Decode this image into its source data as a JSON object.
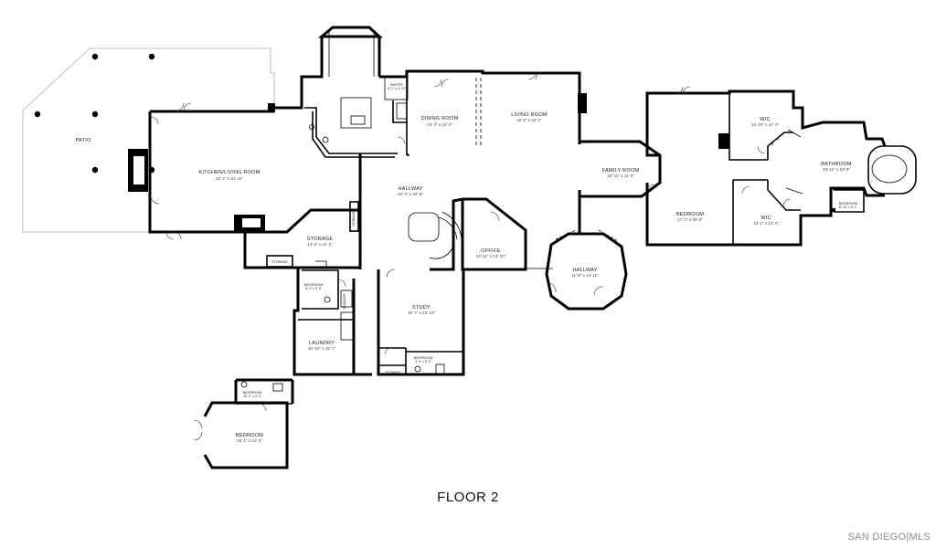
{
  "floor_title": "FLOOR 2",
  "watermark": "SAN DIEGO|MLS",
  "rooms": {
    "patio": {
      "name": "PATIO"
    },
    "kitchen_living": {
      "name": "KITCHEN/LIVING ROOM",
      "dim": "42' 2\" x 31' 11\""
    },
    "pantry": {
      "name": "PANTRY",
      "dim": "6' 1\" x 4' 10\""
    },
    "dining": {
      "name": "DINING ROOM",
      "dim": "13' 3\" x 16' 2\""
    },
    "living": {
      "name": "LIVING ROOM",
      "dim": "19' 8\" x 16' 2\""
    },
    "hallway_main": {
      "name": "HALLWAY",
      "dim": "44' 4\" x 44' 9\""
    },
    "storage_main": {
      "name": "STORAGE",
      "dim": "13' 9\" x 11' 1\""
    },
    "storage_vertical": {
      "name": "STORAGE"
    },
    "storage_small": {
      "name": "STORAGE"
    },
    "office": {
      "name": "OFFICE",
      "dim": "14' 11\" x 13' 10\""
    },
    "hallway_round": {
      "name": "HALLWAY",
      "dim": "11' 6\" x 14' 11\""
    },
    "family": {
      "name": "FAMILY ROOM",
      "dim": "15' 11\" x 11' 6\""
    },
    "bedroom_main": {
      "name": "BEDROOM",
      "dim": "17' 3\" x 30' 3\""
    },
    "wic_top": {
      "name": "WIC",
      "dim": "12' 10\" x 12' 4\""
    },
    "wic_bottom": {
      "name": "WIC",
      "dim": "13' 1\" x 14' 4\""
    },
    "bathroom_master": {
      "name": "BATHROOM",
      "dim": "26' 11\" x 18' 9\""
    },
    "bathroom_master_small": {
      "name": "BATHROOM",
      "dim": "6' 10\" x 5' 1\""
    },
    "bathroom_laundry": {
      "name": "BATHROOM",
      "dim": "8' 1\" x 5' 3\""
    },
    "storage_laundry": {
      "name": "STORAGE"
    },
    "laundry": {
      "name": "LAUNDRY",
      "dim": "10' 10\" x 13' 7\""
    },
    "study": {
      "name": "STUDY",
      "dim": "16' 7\" x 15' 10\""
    },
    "bathroom_study": {
      "name": "BATHROOM",
      "dim": "4' 4\" x 5' 2\""
    },
    "storage_study": {
      "name": "STORAGE"
    },
    "bathroom_guest": {
      "name": "BATHROOM",
      "dim": "10' 2\" x 4' 4\""
    },
    "bedroom_guest": {
      "name": "BEDROOM",
      "dim": "16' 1\" x 12' 3\""
    }
  }
}
